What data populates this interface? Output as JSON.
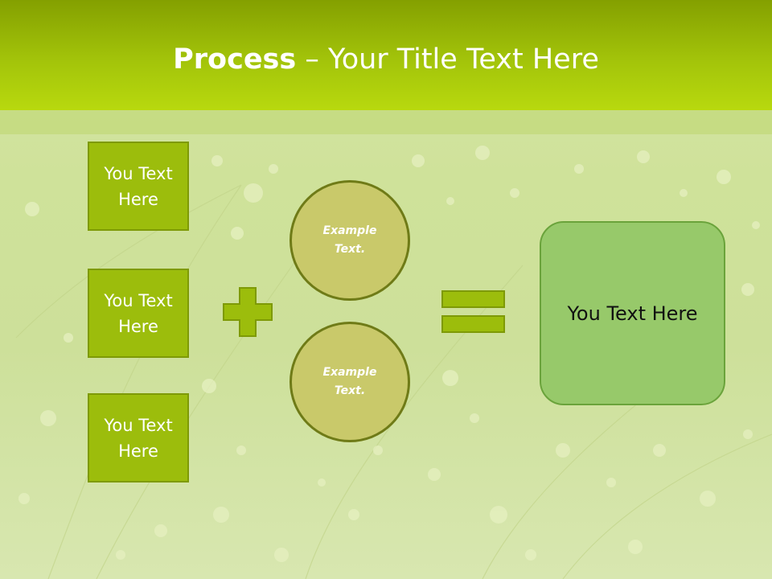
{
  "slide": {
    "title_bold": "Process",
    "title_rest": " – Your Title Text Here"
  },
  "left_boxes": [
    {
      "label": "You Text Here"
    },
    {
      "label": "You Text Here"
    },
    {
      "label": "You Text Here"
    }
  ],
  "circles": [
    {
      "label": "Example Text."
    },
    {
      "label": "Example Text."
    }
  ],
  "result_box": {
    "label": "You Text Here"
  },
  "operators": {
    "plus": "plus-icon",
    "equals": "equals-icon"
  },
  "colors": {
    "header": "#a3c40a",
    "box_fill": "#9cbd0c",
    "circle_fill": "#c9c96a",
    "result_fill": "#97c96a",
    "operator_fill": "#9cbd0c"
  }
}
